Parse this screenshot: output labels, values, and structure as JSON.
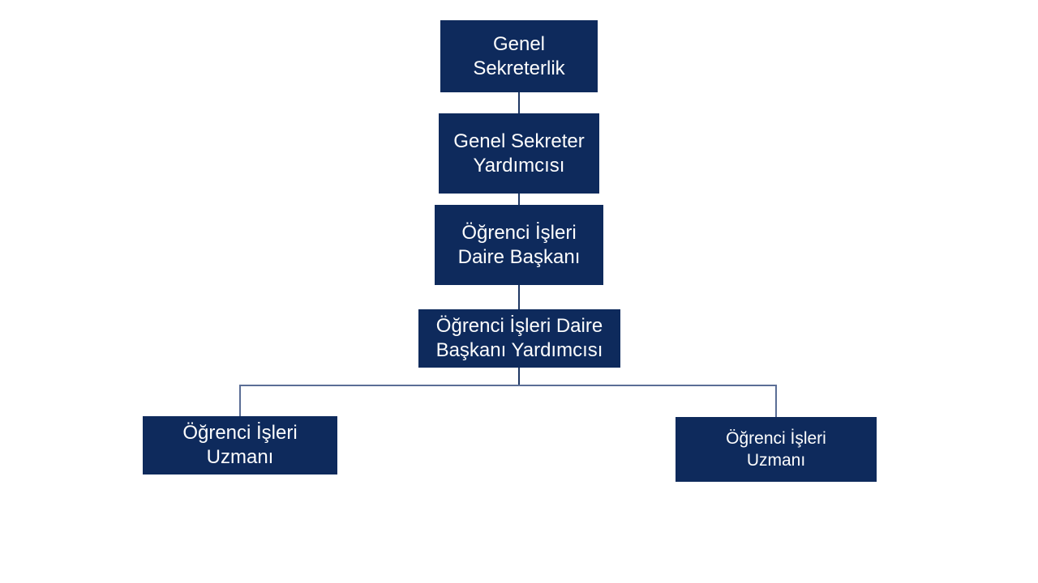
{
  "org_chart": {
    "type": "org-hierarchy",
    "colors": {
      "node_fill": "#0E2A5C",
      "node_text": "#FDFDFD",
      "connector_dark": "#1F3864",
      "connector_light": "#5B6E96",
      "background": "#FFFFFF"
    },
    "nodes": [
      {
        "id": "genel-sekreterlik",
        "label": "Genel\nSekreterlik",
        "level": 1,
        "reports_to": null
      },
      {
        "id": "genel-sekreter-yardimcisi",
        "label": "Genel Sekreter\nYardımcısı",
        "level": 2,
        "reports_to": "genel-sekreterlik"
      },
      {
        "id": "ogrenci-isleri-daire-baskani",
        "label": "Öğrenci İşleri\nDaire Başkanı",
        "level": 3,
        "reports_to": "genel-sekreter-yardimcisi"
      },
      {
        "id": "ogrenci-isleri-daire-baskani-yardimcisi",
        "label": "Öğrenci İşleri Daire\nBaşkanı Yardımcısı",
        "level": 4,
        "reports_to": "ogrenci-isleri-daire-baskani"
      },
      {
        "id": "ogrenci-isleri-uzmani-left",
        "label": "Öğrenci İşleri\nUzmanı",
        "level": 5,
        "reports_to": "ogrenci-isleri-daire-baskani-yardimcisi"
      },
      {
        "id": "ogrenci-isleri-uzmani-right",
        "label": "Öğrenci İşleri\nUzmanı",
        "level": 5,
        "reports_to": "ogrenci-isleri-daire-baskani-yardimcisi"
      }
    ]
  }
}
